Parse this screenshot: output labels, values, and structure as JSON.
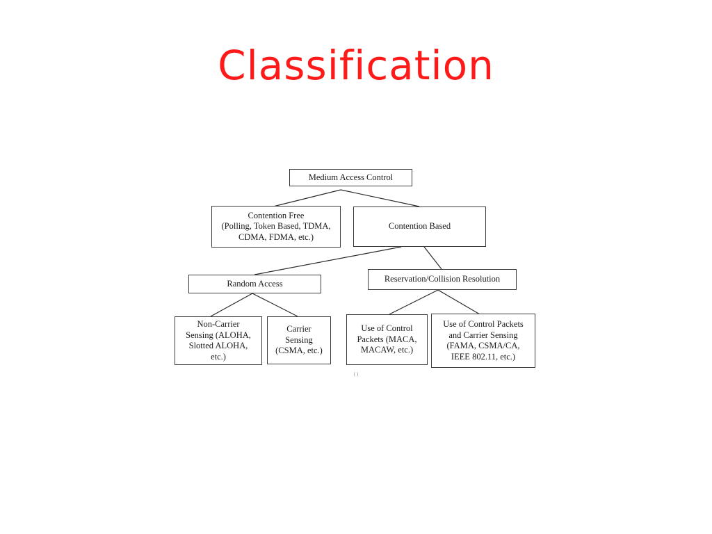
{
  "slide": {
    "title": "Classification"
  },
  "diagram": {
    "nodes": {
      "mac": "Medium Access Control",
      "contention_free": "Contention Free\n(Polling, Token Based, TDMA,\nCDMA, FDMA, etc.)",
      "contention_based": "Contention Based",
      "random_access": "Random Access",
      "reservation": "Reservation/Collision Resolution",
      "non_carrier": "Non-Carrier\nSensing (ALOHA,\nSlotted ALOHA,\netc.)",
      "carrier": "Carrier\nSensing\n(CSMA, etc.)",
      "control_packets": "Use of Control\nPackets (MACA,\nMACAW, etc.)",
      "control_carrier": "Use of Control Packets\nand Carrier Sensing\n(FAMA, CSMA/CA,\nIEEE 802.11, etc.)"
    },
    "caption": "( )",
    "line_color": "#2a2a2a"
  }
}
